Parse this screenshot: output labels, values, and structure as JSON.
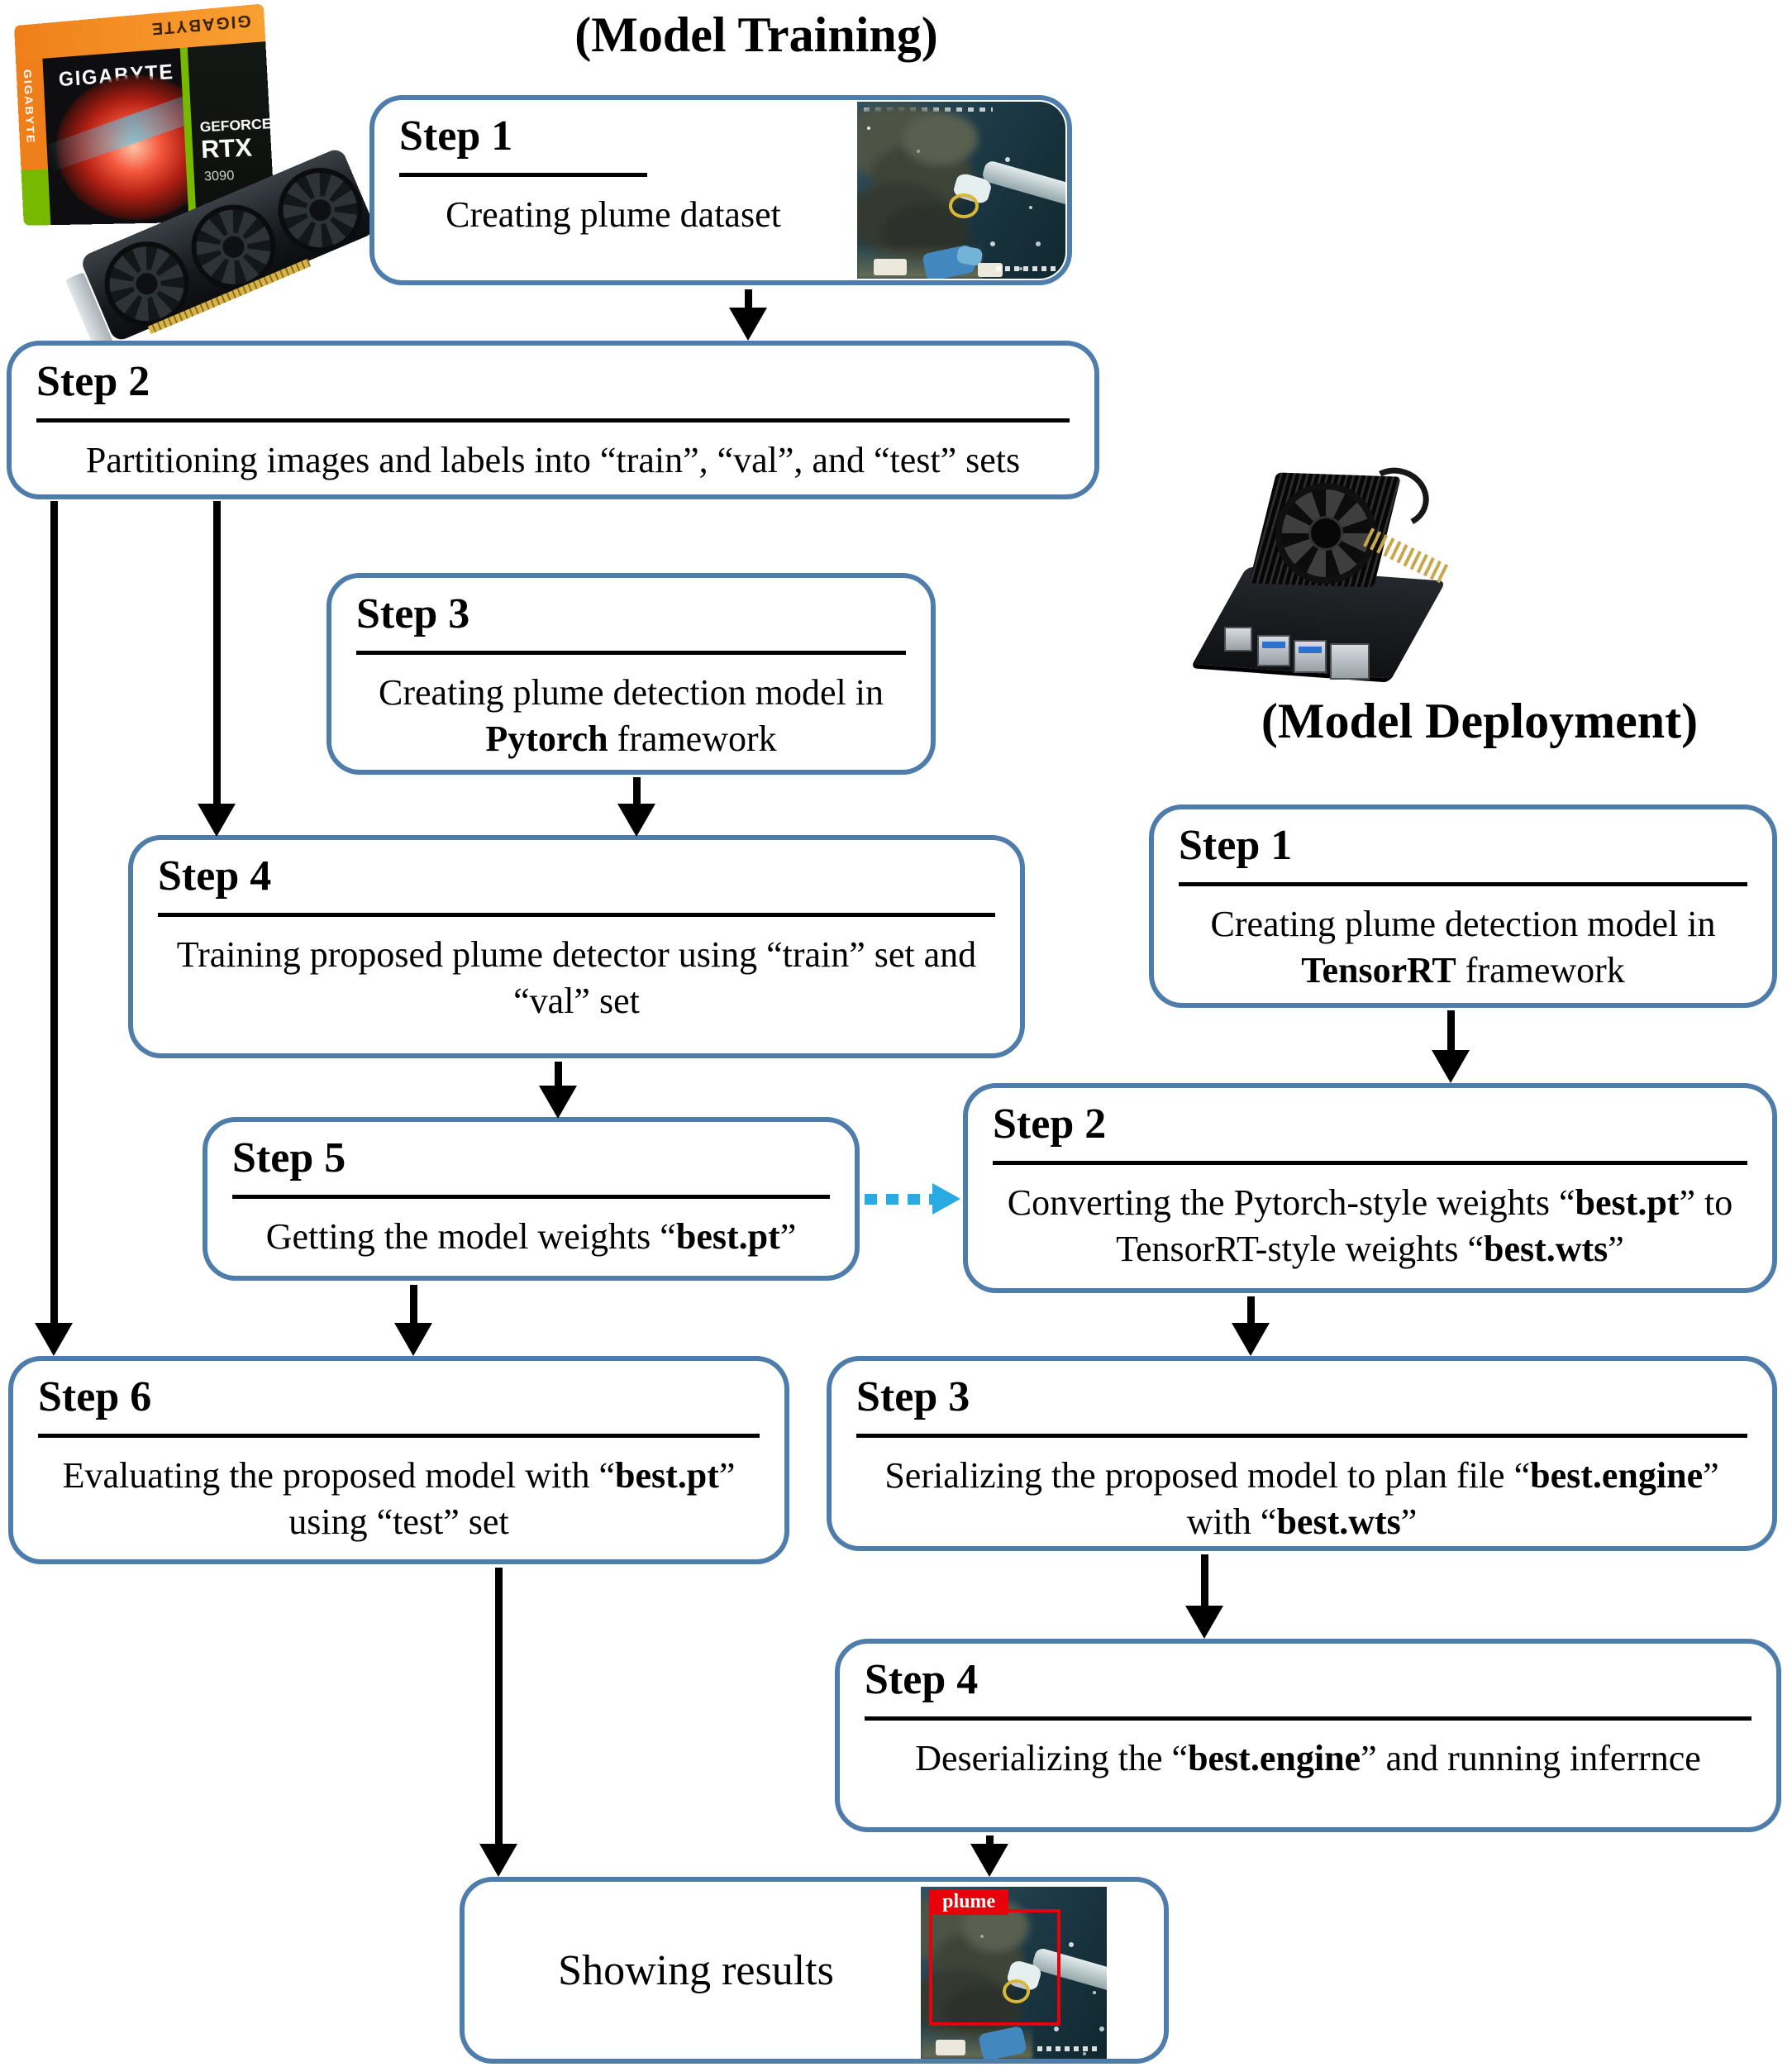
{
  "page": {
    "training": {
      "title": "(Model Training)",
      "steps": [
        {
          "heading": "Step 1",
          "body": [
            {
              "t": "Creating plume dataset",
              "b": false
            }
          ]
        },
        {
          "heading": "Step 2",
          "body": [
            {
              "t": "Partitioning images and labels into “train”, “val”, and “test” sets",
              "b": false
            }
          ]
        },
        {
          "heading": "Step 3",
          "body": [
            {
              "t": "Creating plume detection model in ",
              "b": false
            },
            {
              "t": "Pytorch",
              "b": true
            },
            {
              "t": " framework",
              "b": false
            }
          ]
        },
        {
          "heading": "Step 4",
          "body": [
            {
              "t": "Training proposed plume detector using “train” set and “val” set",
              "b": false
            }
          ]
        },
        {
          "heading": "Step 5",
          "body": [
            {
              "t": "Getting the model weights “",
              "b": false
            },
            {
              "t": "best.pt",
              "b": true
            },
            {
              "t": "”",
              "b": false
            }
          ]
        },
        {
          "heading": "Step 6",
          "body": [
            {
              "t": "Evaluating the proposed model with “",
              "b": false
            },
            {
              "t": "best.pt",
              "b": true
            },
            {
              "t": "” using “test” set",
              "b": false
            }
          ]
        }
      ]
    },
    "deployment": {
      "title": "(Model Deployment)",
      "steps": [
        {
          "heading": "Step 1",
          "body": [
            {
              "t": "Creating plume detection model in ",
              "b": false
            },
            {
              "t": "TensorRT",
              "b": true
            },
            {
              "t": " framework",
              "b": false
            }
          ]
        },
        {
          "heading": "Step 2",
          "body": [
            {
              "t": "Converting the Pytorch-style weights “",
              "b": false
            },
            {
              "t": "best.pt",
              "b": true
            },
            {
              "t": "” to TensorRT-style weights “",
              "b": false
            },
            {
              "t": "best.wts",
              "b": true
            },
            {
              "t": "”",
              "b": false
            }
          ]
        },
        {
          "heading": "Step 3",
          "body": [
            {
              "t": "Serializing the proposed model to plan file “",
              "b": false
            },
            {
              "t": "best.engine",
              "b": true
            },
            {
              "t": "” with  “",
              "b": false
            },
            {
              "t": "best.wts",
              "b": true
            },
            {
              "t": "”",
              "b": false
            }
          ]
        },
        {
          "heading": "Step 4",
          "body": [
            {
              "t": "Deserializing the “",
              "b": false
            },
            {
              "t": "best.engine",
              "b": true
            },
            {
              "t": "”  and running inferrnce",
              "b": false
            }
          ]
        }
      ]
    },
    "results": {
      "label": "Showing results",
      "detection_tag": "plume"
    },
    "hardware": {
      "gpu_brand": "GIGABYTE",
      "gpu_series_line1": "GEFORCE",
      "gpu_series_line2": "RTX",
      "gpu_model": "3090",
      "gpu_box_top_brand": "GIGABYTE"
    },
    "colors": {
      "box_border": "#4f7dab",
      "arrow": "#000000",
      "transfer_arrow": "#29abe2",
      "detection_box": "#e8000b"
    }
  }
}
